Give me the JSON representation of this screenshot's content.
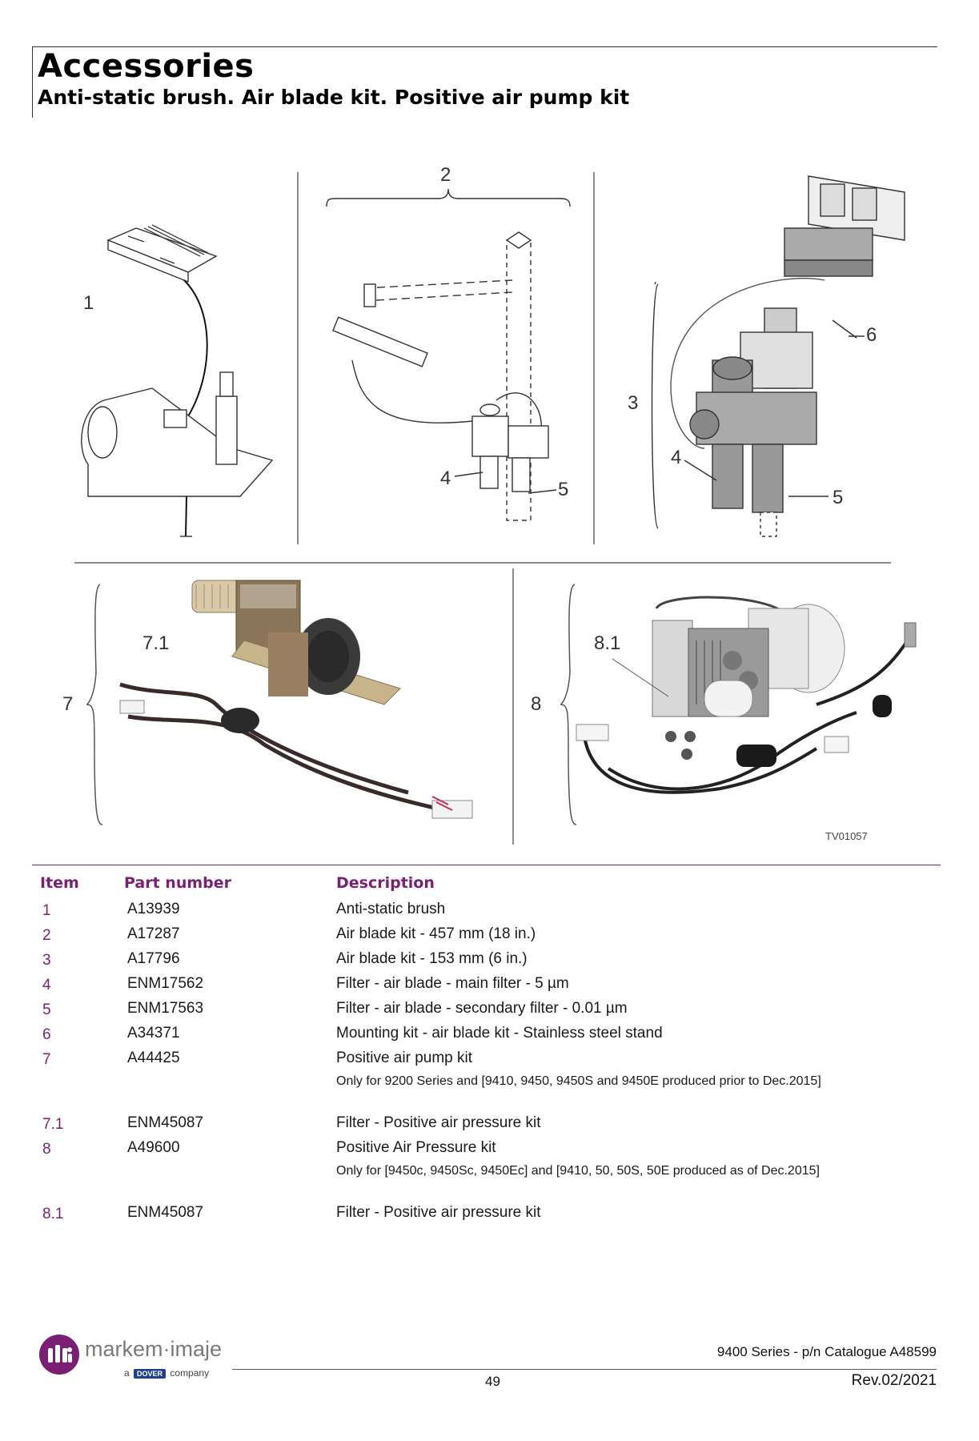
{
  "header": {
    "title": "Accessories",
    "subtitle": "Anti-static brush. Air blade kit. Positive air pump kit"
  },
  "figure": {
    "labels": {
      "l1": "1",
      "l2": "2",
      "l3": "3",
      "l4a": "4",
      "l5a": "5",
      "l4b": "4",
      "l5b": "5",
      "l6": "6",
      "l7": "7",
      "l71": "7.1",
      "l8": "8",
      "l81": "8.1"
    },
    "code": "TV01057"
  },
  "table": {
    "headers": {
      "item": "Item",
      "part": "Part number",
      "desc": "Description"
    },
    "rows": [
      {
        "item": "1",
        "part": "A13939",
        "desc": "Anti-static brush"
      },
      {
        "item": "2",
        "part": "A17287",
        "desc": "Air blade kit - 457 mm (18 in.)"
      },
      {
        "item": "3",
        "part": "A17796",
        "desc": "Air blade kit - 153 mm (6 in.)"
      },
      {
        "item": "4",
        "part": "ENM17562",
        "desc": "Filter - air blade - main filter - 5 µm"
      },
      {
        "item": "5",
        "part": "ENM17563",
        "desc": "Filter - air blade - secondary filter - 0.01 µm"
      },
      {
        "item": "6",
        "part": "A34371",
        "desc": "Mounting kit - air blade kit - Stainless steel stand"
      },
      {
        "item": "7",
        "part": "A44425",
        "desc": "Positive air pump kit",
        "note": "Only for 9200 Series and [9410, 9450, 9450S and 9450E produced prior to Dec.2015]"
      },
      {
        "item": "7.1",
        "part": "ENM45087",
        "desc": "Filter - Positive air pressure kit"
      },
      {
        "item": "8",
        "part": "A49600",
        "desc": "Positive Air Pressure kit",
        "note": "Only for [9450c, 9450Sc, 9450Ec] and [9410, 50, 50S, 50E produced as of Dec.2015]"
      },
      {
        "item": "8.1",
        "part": "ENM45087",
        "desc": "Filter - Positive air pressure kit"
      }
    ]
  },
  "footer": {
    "brand": "markem·imaje",
    "brand_sub_pre": "a",
    "brand_sub_badge": "DOVER",
    "brand_sub_post": "company",
    "catalogue": "9400 Series - p/n Catalogue A48599",
    "page": "49",
    "revision": "Rev.02/2021"
  },
  "colors": {
    "accent": "#7a1f73",
    "text": "#1a1a1a"
  }
}
